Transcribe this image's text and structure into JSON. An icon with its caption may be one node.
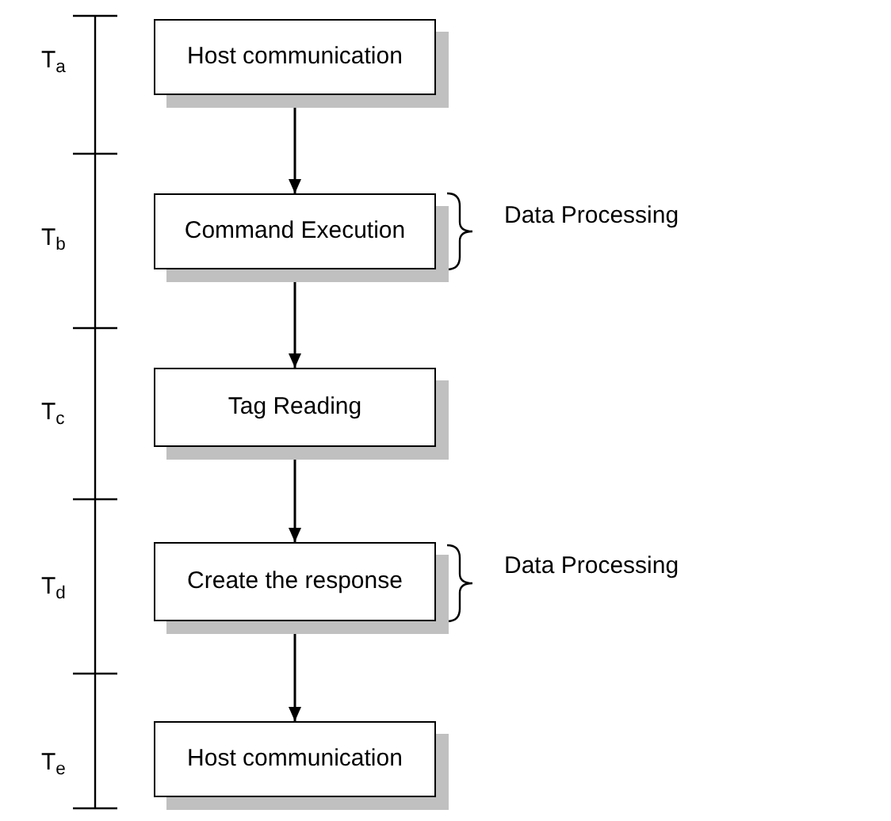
{
  "diagram": {
    "nodes": [
      {
        "text": [
          "Host communication"
        ]
      },
      {
        "text": [
          "Command Execution"
        ]
      },
      {
        "text": [
          "Tag Reading"
        ]
      },
      {
        "text": [
          "Create the response"
        ]
      },
      {
        "text": [
          "Host communication"
        ]
      }
    ],
    "edges": [
      {
        "from": 0,
        "to": 1,
        "arrow": "to"
      },
      {
        "from": 1,
        "to": 2,
        "arrow": "to"
      },
      {
        "from": 2,
        "to": 3,
        "arrow": "to"
      },
      {
        "from": 3,
        "to": 4,
        "arrow": "to"
      }
    ],
    "labels": [
      "T$_{a}$",
      "T$_{b}$",
      "Data Processing",
      "T$_{c}$",
      "T$_{d}$",
      "Data Processing",
      "T$_{e}$"
    ]
  }
}
